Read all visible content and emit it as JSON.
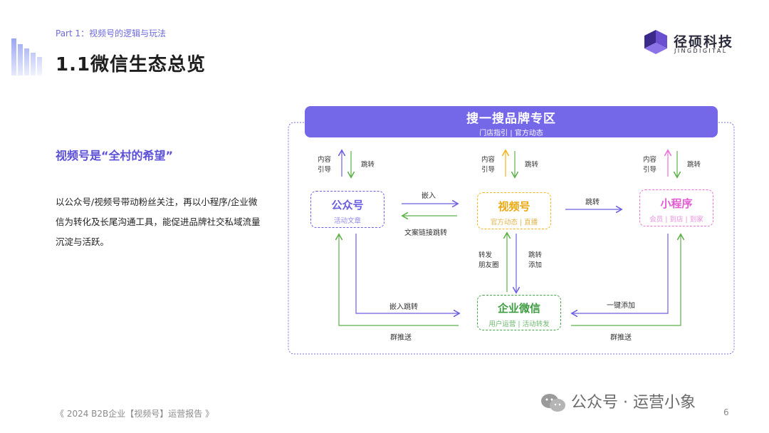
{
  "header": {
    "part": "Part 1：视频号的逻辑与玩法",
    "title": "1.1微信生态总览"
  },
  "logo": {
    "cn": "径硕科技",
    "en": "JINGDIGITAL"
  },
  "left": {
    "subhead": "视频号是“全村的希望”",
    "paragraph": "以公众号/视频号带动粉丝关注，再以小程序/企业微信为转化及长尾沟通工具，能促进品牌社交私域流量沉淀与活跃。"
  },
  "diagram": {
    "search": {
      "title": "搜一搜品牌专区",
      "sub": "门店指引 | 官方动态"
    },
    "nodes": {
      "gzh": {
        "title": "公众号",
        "sub": "活动文章"
      },
      "sph": {
        "title": "视频号",
        "sub": "官方动态 | 直播"
      },
      "xcx": {
        "title": "小程序",
        "sub": "会员 | 到店 | 到家"
      },
      "qywx": {
        "title": "企业微信",
        "sub": "用户运营 | 活动转发"
      }
    },
    "top_labels": {
      "left_a": "内容",
      "left_b": "引导",
      "left_jump": "跳转",
      "mid_a": "内容",
      "mid_b": "引导",
      "mid_jump": "跳转",
      "right_a": "内容",
      "right_b": "引导",
      "right_jump": "跳转"
    },
    "edges": {
      "embed": "嵌入",
      "text_link": "文案链接跳转",
      "jump": "跳转",
      "forward_a": "转发",
      "forward_b": "朋友圈",
      "jump_add_a": "跳转",
      "jump_add_b": "添加",
      "embed_jump": "嵌入跳转",
      "group_send_left": "群推送",
      "one_click_add": "一键添加",
      "group_send_right": "群推送"
    },
    "colors": {
      "purple": "#6b5fe0",
      "green": "#5bb048",
      "orange": "#f0b31e",
      "pink": "#ea6fd8",
      "node_green": "#44a246"
    }
  },
  "footer": {
    "text": "《 2024 B2B企业【视频号】运营报告 》",
    "page": "6"
  },
  "watermark": {
    "text": "公众号 · 运营小象"
  }
}
